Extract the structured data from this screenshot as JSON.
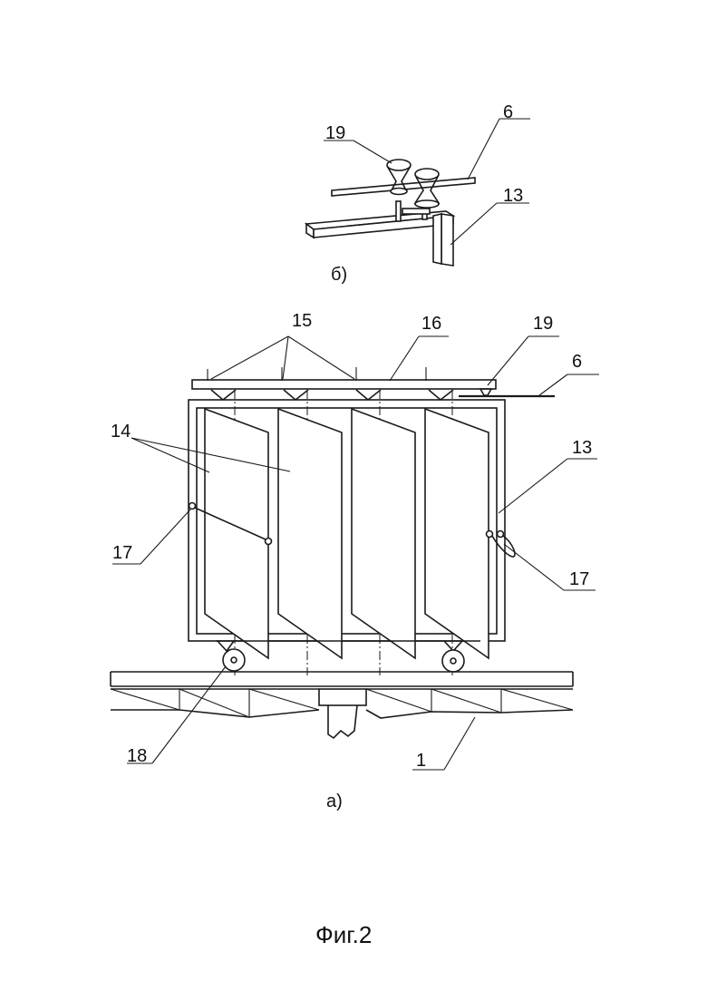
{
  "labels": {
    "l6_top": "6",
    "l19_top": "19",
    "l13_top": "13",
    "sub_b": "б)",
    "l15": "15",
    "l16": "16",
    "l19": "19",
    "l6": "6",
    "l14": "14",
    "l13": "13",
    "l17_left": "17",
    "l17_right": "17",
    "l18": "18",
    "l1": "1",
    "sub_a": "а)"
  },
  "caption": "Фиг.2"
}
